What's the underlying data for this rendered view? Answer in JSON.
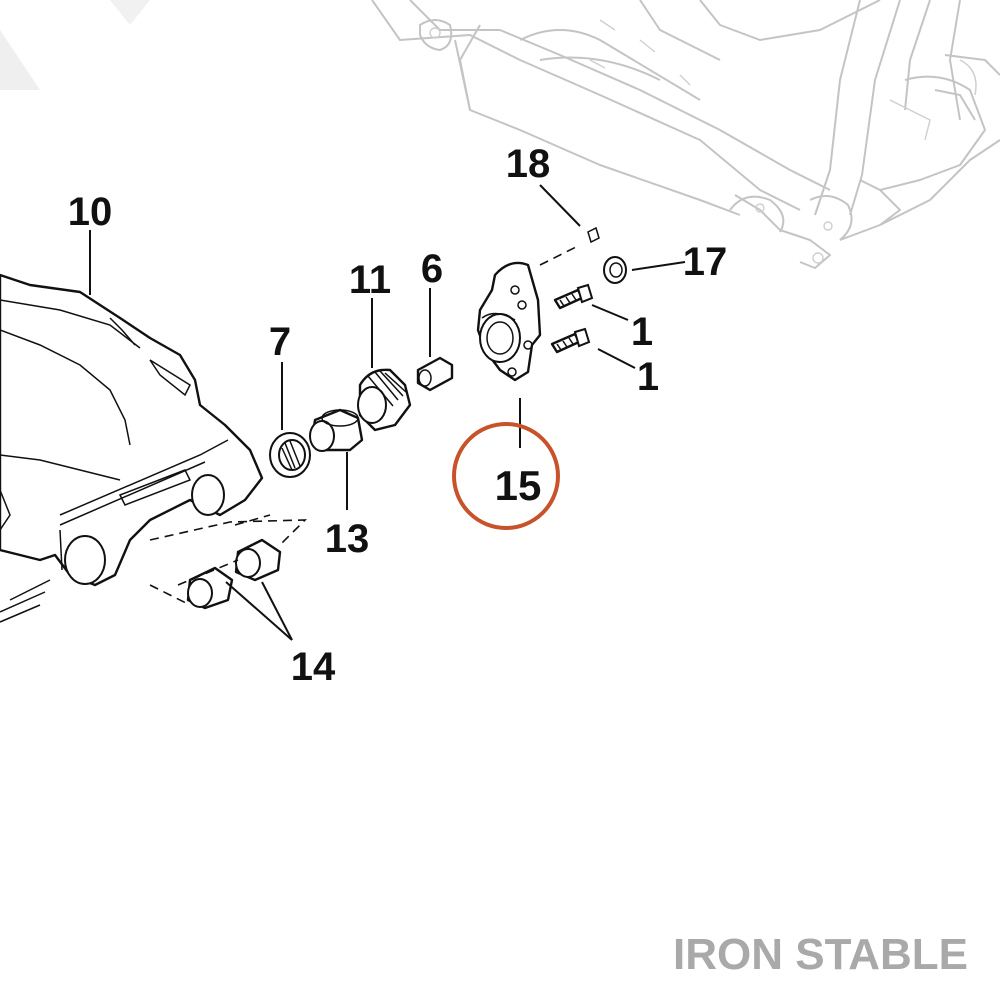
{
  "callouts": {
    "c10": "10",
    "c7": "7",
    "c11": "11",
    "c6": "6",
    "c13": "13",
    "c14": "14",
    "c18": "18",
    "c17": "17",
    "c1a": "1",
    "c1b": "1",
    "c15": "15"
  },
  "highlight": {
    "callout": "15",
    "color": "#c8532a"
  },
  "watermark": {
    "text": "IRON STABLE"
  },
  "colors": {
    "ink": "#111111",
    "frame_outline": "#c4c4c4",
    "watermark": "#a9a9a9"
  }
}
